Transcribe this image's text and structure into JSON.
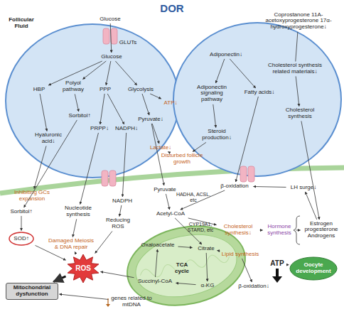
{
  "diagram": {
    "title": "DOR",
    "nodes": [
      {
        "text": [
          "Glucose"
        ]
      },
      {
        "text": [
          "Glucose"
        ]
      },
      {
        "text": [
          "HBP"
        ]
      },
      {
        "text": [
          "Polyol pathway"
        ]
      },
      {
        "text": [
          "PPP"
        ]
      },
      {
        "text": [
          "Glycolysis"
        ]
      },
      {
        "text": [
          "Sorbitol↑"
        ]
      },
      {
        "text": [
          "PRPP↓"
        ]
      },
      {
        "text": [
          "NADPH↓"
        ]
      },
      {
        "text": [
          "Pyruvate↓"
        ]
      },
      {
        "text": [
          "ATP↓"
        ]
      },
      {
        "text": [
          "Lactate↓"
        ]
      },
      {
        "text": [
          "Hyaluronic acid↓"
        ]
      },
      {
        "text": [
          "Disturbed follicle growth"
        ]
      },
      {
        "text": [
          "Coprostanone 11A-acetoxyprogesterone 17α-hydroxyprogesterone↓"
        ]
      },
      {
        "text": [
          "Adiponectin↓"
        ]
      },
      {
        "text": [
          "Cholesterol synthesis related materials↓"
        ]
      },
      {
        "text": [
          "Adiponectin signaling pathway"
        ]
      },
      {
        "text": [
          "Fatty acids↓"
        ]
      },
      {
        "text": [
          "Cholesterol synthesis"
        ]
      },
      {
        "text": [
          "Steroid production↓"
        ]
      },
      {
        "text": [
          "Inhibiting GCs expansion"
        ]
      },
      {
        "text": [
          "Sorbitol↑"
        ]
      },
      {
        "text": [
          "SOD↑"
        ]
      },
      {
        "text": [
          "Nucleotide synthesis"
        ]
      },
      {
        "text": [
          "NADPH"
        ]
      },
      {
        "text": [
          "Reducing ROS"
        ]
      },
      {
        "text": [
          "Damaged Meiosis & DNA repair"
        ]
      },
      {
        "text": [
          "ROS"
        ]
      },
      {
        "text": [
          "Mitochondrial dysfunction"
        ]
      },
      {
        "text": [
          "Pyruvate"
        ]
      },
      {
        "text": [
          "β-oxidation"
        ]
      },
      {
        "text": [
          "LH surge↓"
        ]
      },
      {
        "text": [
          "Acetyl-CoA"
        ]
      },
      {
        "text": [
          "Cholesterol synthesis↓"
        ]
      },
      {
        "text": [
          "Hormone synthesis"
        ]
      },
      {
        "text": [
          "Estrogen progesterone Androgens"
        ]
      },
      {
        "text": [
          "Oxaloacetate"
        ]
      },
      {
        "text": [
          "Citrate"
        ]
      },
      {
        "text": [
          "Succinyl-CoA"
        ]
      },
      {
        "text": [
          "α-KG"
        ]
      },
      {
        "text": [
          "Lipid synthesis"
        ]
      },
      {
        "text": [
          "β-oxidation↓"
        ]
      },
      {
        "text": [
          "ATP"
        ]
      },
      {
        "text": [
          "Oocyte development"
        ]
      },
      {
        "text": [
          "genes related to mtDNA"
        ]
      }
    ],
    "edges": [
      {
        "from": 0,
        "to": 1,
        "arrow": "to"
      },
      {
        "from": 1,
        "to": 2,
        "arrow": "to"
      },
      {
        "from": 1,
        "to": 3,
        "arrow": "to"
      },
      {
        "from": 1,
        "to": 4,
        "arrow": "to"
      },
      {
        "from": 1,
        "to": 5,
        "arrow": "to"
      },
      {
        "from": 2,
        "to": 12,
        "arrow": "to"
      },
      {
        "from": 3,
        "to": 6,
        "arrow": "to"
      },
      {
        "from": 4,
        "to": 7,
        "arrow": "to"
      },
      {
        "from": 4,
        "to": 8,
        "arrow": "to"
      },
      {
        "from": 5,
        "to": 9,
        "arrow": "to"
      },
      {
        "from": 5,
        "to": 10,
        "arrow": "to"
      },
      {
        "from": 9,
        "to": 11,
        "arrow": "to"
      },
      {
        "from": 11,
        "to": 13,
        "arrow": "to"
      },
      {
        "from": 12,
        "to": 21,
        "arrow": "to"
      },
      {
        "from": 6,
        "to": 22,
        "arrow": "to"
      },
      {
        "from": 7,
        "to": 24,
        "arrow": "to"
      },
      {
        "from": 8,
        "to": 25,
        "arrow": "to"
      },
      {
        "from": 9,
        "to": 30,
        "arrow": "to"
      },
      {
        "from": 22,
        "to": 23,
        "arrow": "to"
      },
      {
        "from": 23,
        "to": 28,
        "arrow": "to"
      },
      {
        "from": 24,
        "to": 27,
        "arrow": "to"
      },
      {
        "from": 25,
        "to": 26,
        "arrow": "to"
      },
      {
        "from": 26,
        "to": 28,
        "arrow": "to"
      },
      {
        "from": 28,
        "to": 27,
        "arrow": "to"
      },
      {
        "from": 28,
        "to": 29,
        "arrow": "to"
      },
      {
        "from": 45,
        "to": 29,
        "arrow": "to"
      },
      {
        "from": 30,
        "to": 33,
        "arrow": "to"
      },
      {
        "from": 31,
        "to": 33,
        "label": "HADHA, ACSL, etc",
        "arrow": "to"
      },
      {
        "from": 33,
        "to": 38,
        "arrow": "to"
      },
      {
        "from": 38,
        "to": 40,
        "arrow": "to"
      },
      {
        "from": 40,
        "to": 39,
        "arrow": "to"
      },
      {
        "from": 39,
        "to": 37,
        "arrow": "to"
      },
      {
        "from": 37,
        "to": 38,
        "arrow": "to"
      },
      {
        "from": 39,
        "to": 28,
        "arrow": "to"
      },
      {
        "from": 33,
        "to": 34,
        "label": "CYP19A1, STARD, etc",
        "arrow": "to"
      },
      {
        "from": 34,
        "to": 35,
        "arrow": "to"
      },
      {
        "from": 35,
        "to": 36,
        "arrow": "to"
      },
      {
        "from": 36,
        "to": 32,
        "arrow": "to"
      },
      {
        "from": 32,
        "to": 31,
        "arrow": "to"
      },
      {
        "from": 38,
        "to": 41,
        "arrow": "to"
      },
      {
        "from": 41,
        "to": 42,
        "arrow": "to"
      },
      {
        "from": 15,
        "to": 17,
        "arrow": "to"
      },
      {
        "from": 15,
        "to": 18,
        "arrow": "to"
      },
      {
        "from": 17,
        "to": 20,
        "arrow": "to"
      },
      {
        "from": 20,
        "to": 13,
        "arrow": "to"
      },
      {
        "from": 18,
        "to": 31,
        "arrow": "to"
      },
      {
        "from": 14,
        "to": 16,
        "arrow": "none"
      },
      {
        "from": 16,
        "to": 19,
        "arrow": "to"
      },
      {
        "from": 19,
        "to": 36,
        "arrow": "to"
      },
      {
        "from": 43,
        "to": 44,
        "arrow": "to"
      }
    ],
    "labels": [
      "Follicular Fluid",
      "GLUTs",
      "TCA cycle"
    ]
  }
}
